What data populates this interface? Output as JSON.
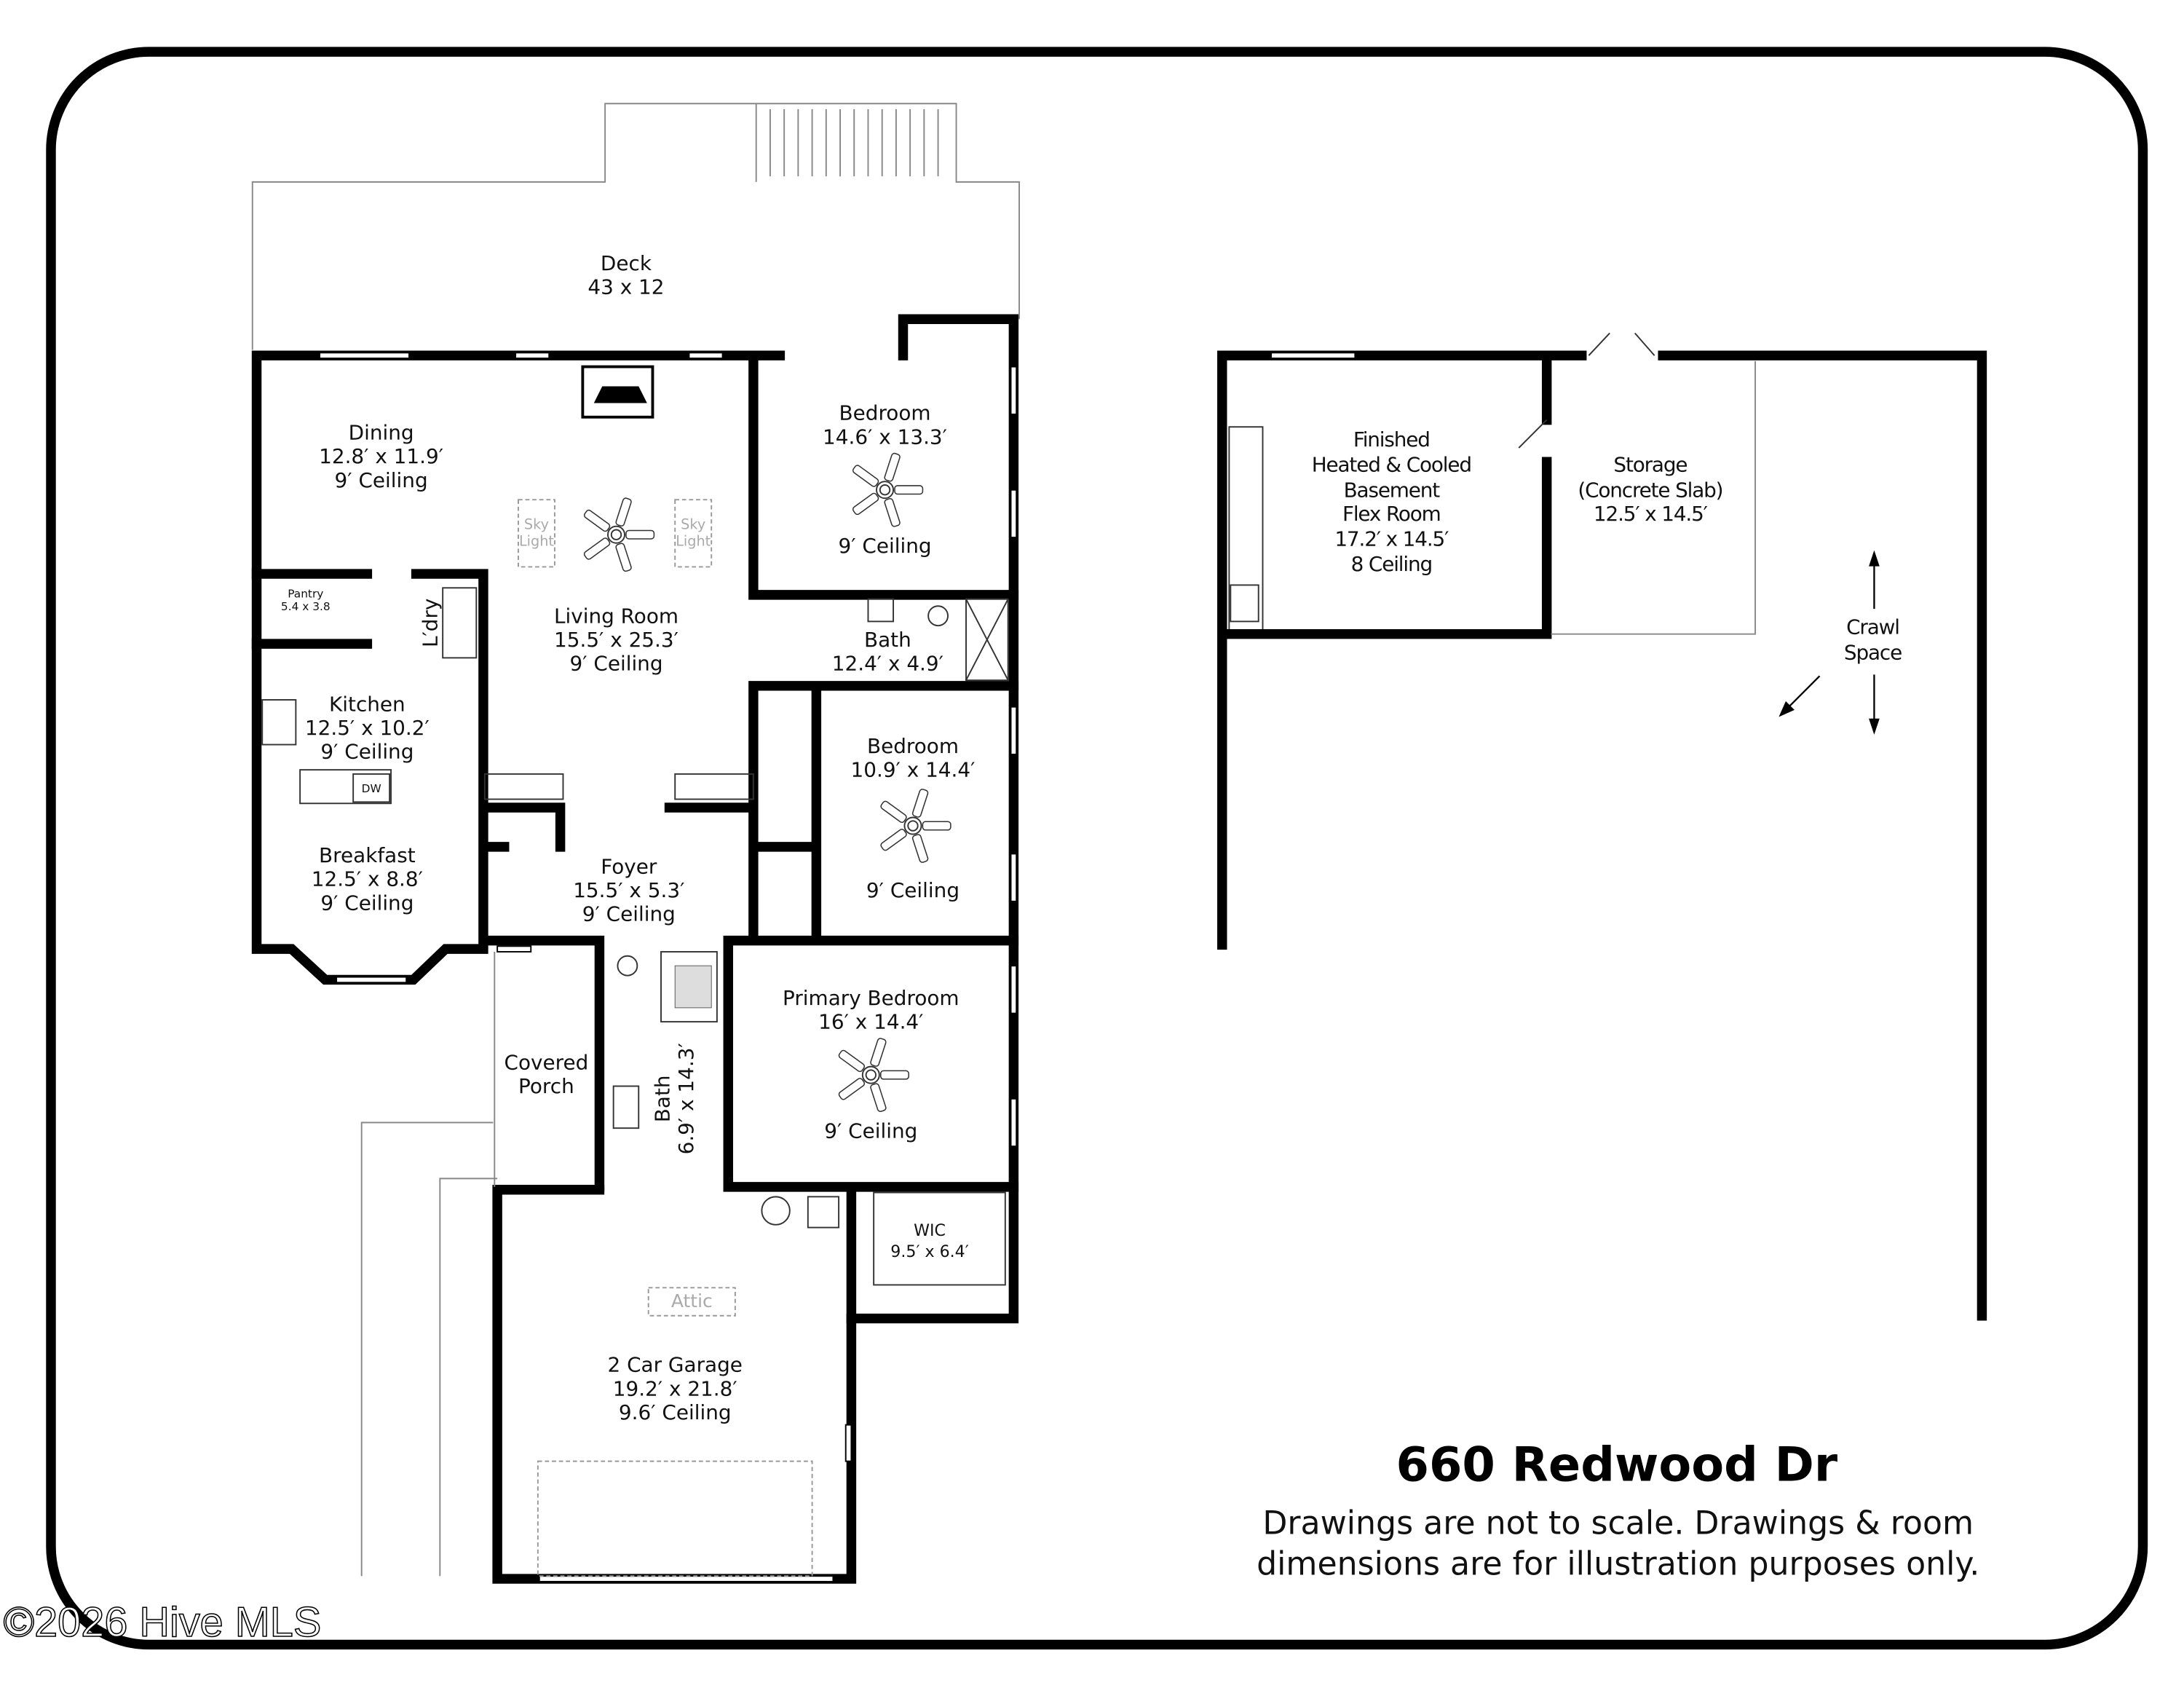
{
  "address": "660 Redwood Dr",
  "disclaimer": {
    "line1": "Drawings are not to scale. Drawings & room",
    "line2": "dimensions are for illustration purposes only."
  },
  "watermark": "©2026 Hive MLS",
  "rooms": {
    "deck": {
      "name": "Deck",
      "size": "43 x 12"
    },
    "dining": {
      "name": "Dining",
      "size": "12.8′ x 11.9′",
      "ceiling": "9′ Ceiling"
    },
    "living": {
      "name": "Living Room",
      "size": "15.5′ x 25.3′",
      "ceiling": "9′ Ceiling"
    },
    "skylight": {
      "line1": "Sky",
      "line2": "Light"
    },
    "pantry": {
      "name": "Pantry",
      "size": "5.4 x 3.8"
    },
    "laundry": {
      "name": "L′dry"
    },
    "kitchen": {
      "name": "Kitchen",
      "size": "12.5′ x 10.2′",
      "ceiling": "9′ Ceiling"
    },
    "dishwasher": "DW",
    "breakfast": {
      "name": "Breakfast",
      "size": "12.5′ x 8.8′",
      "ceiling": "9′ Ceiling"
    },
    "foyer": {
      "name": "Foyer",
      "size": "15.5′ x 5.3′",
      "ceiling": "9′ Ceiling"
    },
    "bedroom1": {
      "name": "Bedroom",
      "size": "14.6′ x 13.3′",
      "ceiling": "9′ Ceiling"
    },
    "bath1": {
      "name": "Bath",
      "size": "12.4′ x 4.9′"
    },
    "bedroom2": {
      "name": "Bedroom",
      "size": "10.9′ x 14.4′",
      "ceiling": "9′ Ceiling"
    },
    "primary": {
      "name": "Primary Bedroom",
      "size": "16′ x 14.4′",
      "ceiling": "9′ Ceiling"
    },
    "bath2": {
      "name": "Bath",
      "size": "6.9′ x 14.3′"
    },
    "porch": {
      "line1": "Covered",
      "line2": "Porch"
    },
    "wic": {
      "name": "WIC",
      "size": "9.5′ x 6.4′"
    },
    "attic": "Attic",
    "garage": {
      "name": "2 Car Garage",
      "size": "19.2′ x 21.8′",
      "ceiling": "9.6′ Ceiling"
    },
    "basement": {
      "line1": "Finished",
      "line2": "Heated & Cooled",
      "line3": "Basement",
      "line4": "Flex Room",
      "size": "17.2′ x 14.5′",
      "ceiling": "8 Ceiling"
    },
    "storage": {
      "name": "Storage",
      "detail": "(Concrete Slab)",
      "size": "12.5′ x 14.5′"
    },
    "crawl": {
      "line1": "Crawl",
      "line2": "Space"
    }
  }
}
